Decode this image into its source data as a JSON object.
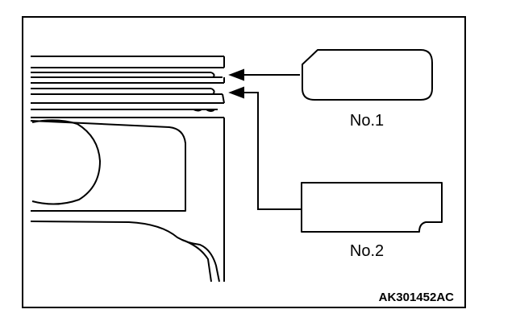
{
  "labels": {
    "ring1": "No.1",
    "ring2": "No.2",
    "figure_code": "AK301452AC"
  },
  "colors": {
    "line": "#000000",
    "background": "#ffffff"
  }
}
